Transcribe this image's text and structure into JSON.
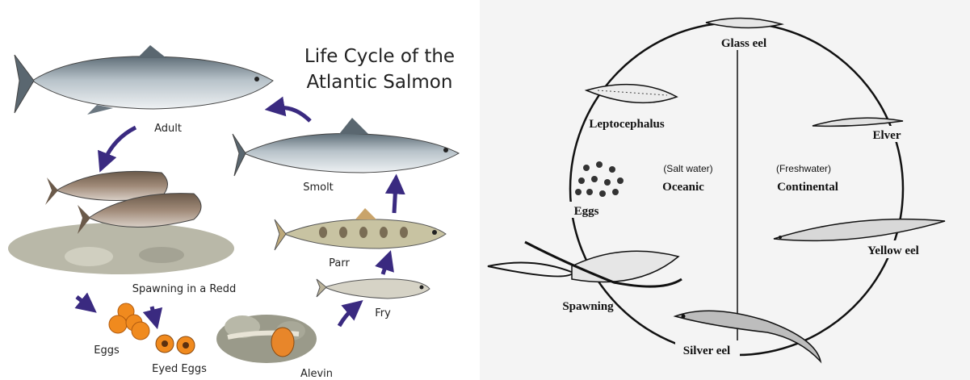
{
  "salmon": {
    "title_line1": "Life Cycle of the",
    "title_line2": "Atlantic Salmon",
    "stages": {
      "adult": "Adult",
      "smolt": "Smolt",
      "parr": "Parr",
      "fry": "Fry",
      "alevin": "Alevin",
      "eyed_eggs": "Eyed Eggs",
      "eggs": "Eggs",
      "spawning": "Spawning in a Redd"
    },
    "colors": {
      "arrow": "#3a2a80",
      "egg": "#f08a1e",
      "fish_back": "#6d7c85",
      "fish_belly": "#e9ecef"
    }
  },
  "eel": {
    "stages": {
      "glass_eel": "Glass eel",
      "elver": "Elver",
      "yellow_eel": "Yellow eel",
      "silver_eel": "Silver eel",
      "spawning": "Spawning",
      "eggs": "Eggs",
      "leptocephalus": "Leptocephalus"
    },
    "zones": {
      "salt_note": "(Salt water)",
      "salt_name": "Oceanic",
      "fresh_note": "(Freshwater)",
      "fresh_name": "Continental"
    },
    "colors": {
      "panel_bg": "#f4f4f4",
      "line": "#111111"
    }
  }
}
